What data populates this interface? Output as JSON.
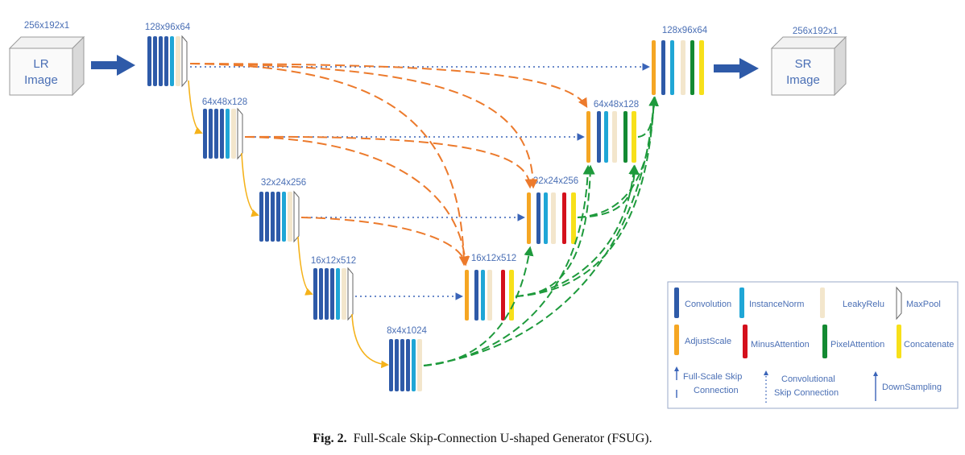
{
  "input": {
    "label_line1": "LR",
    "label_line2": "Image",
    "dims": "256x192x1"
  },
  "output": {
    "label_line1": "SR",
    "label_line2": "Image",
    "dims": "256x192x1"
  },
  "encoder": [
    {
      "dims": "128x96x64"
    },
    {
      "dims": "64x48x128"
    },
    {
      "dims": "32x24x256"
    },
    {
      "dims": "16x12x512"
    },
    {
      "dims": "8x4x1024"
    }
  ],
  "decoder": [
    {
      "dims": "16x12x512"
    },
    {
      "dims": "32x24x256"
    },
    {
      "dims": "64x48x128"
    },
    {
      "dims": "128x96x64"
    }
  ],
  "legend": {
    "convolution": "Convolution",
    "instance_norm": "InstanceNorm",
    "leaky_relu": "LeakyRelu",
    "maxpool": "MaxPool",
    "adjust_scale": "AdjustScale",
    "minus_attention": "MinusAttention",
    "pixel_attention": "PixelAttention",
    "concatenate": "Concatenate",
    "full_scale_skip_1": "Full-Scale Skip",
    "full_scale_skip_2": "Connection",
    "conv_skip_1": "Convolutional",
    "conv_skip_2": "Skip Connection",
    "downsampling": "DownSampling"
  },
  "colors": {
    "convolution": "#2e5aa8",
    "instance_norm": "#1fa6d6",
    "leaky_relu": "#f3e6cc",
    "adjust_scale": "#f5a623",
    "minus_attention": "#d4101c",
    "pixel_attention": "#138a32",
    "concatenate": "#f7e01a",
    "full_scale_skip": "#ec7a2c",
    "conv_skip": "#3a64b8",
    "downsampling": "#f5b21a",
    "upsampling": "#1e9a3c",
    "big_arrow": "#2e5aa8"
  },
  "caption": {
    "fig": "Fig. 2.",
    "text": "Full-Scale Skip-Connection U-shaped Generator (FSUG)."
  }
}
